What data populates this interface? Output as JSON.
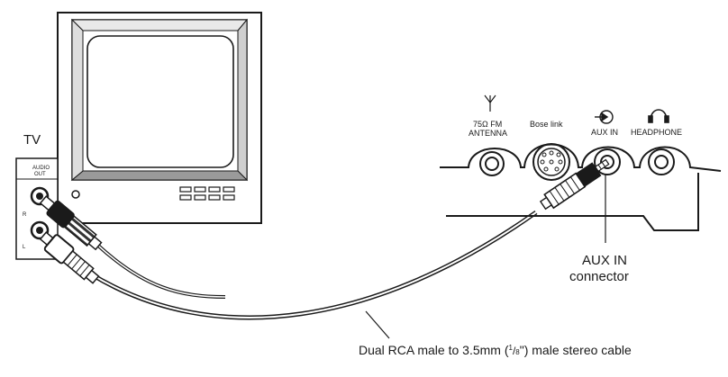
{
  "tv": {
    "label": "TV",
    "panel_title_line1": "AUDIO",
    "panel_title_line2": "OUT",
    "right_label": "R",
    "left_label": "L"
  },
  "bose_panel": {
    "antenna_line1": "75Ω FM",
    "antenna_line2": "ANTENNA",
    "bose_link": "Bose link",
    "aux_in": "AUX IN",
    "headphone": "HEADPHONE"
  },
  "callouts": {
    "aux_line1": "AUX IN",
    "aux_line2": "connector",
    "cable_pre": "Dual RCA male to 3.5mm (",
    "cable_num": "1",
    "cable_den": "8",
    "cable_post": "\") male stereo cable"
  },
  "icons": [
    "antenna-icon",
    "aux-input-icon",
    "headphone-icon"
  ]
}
